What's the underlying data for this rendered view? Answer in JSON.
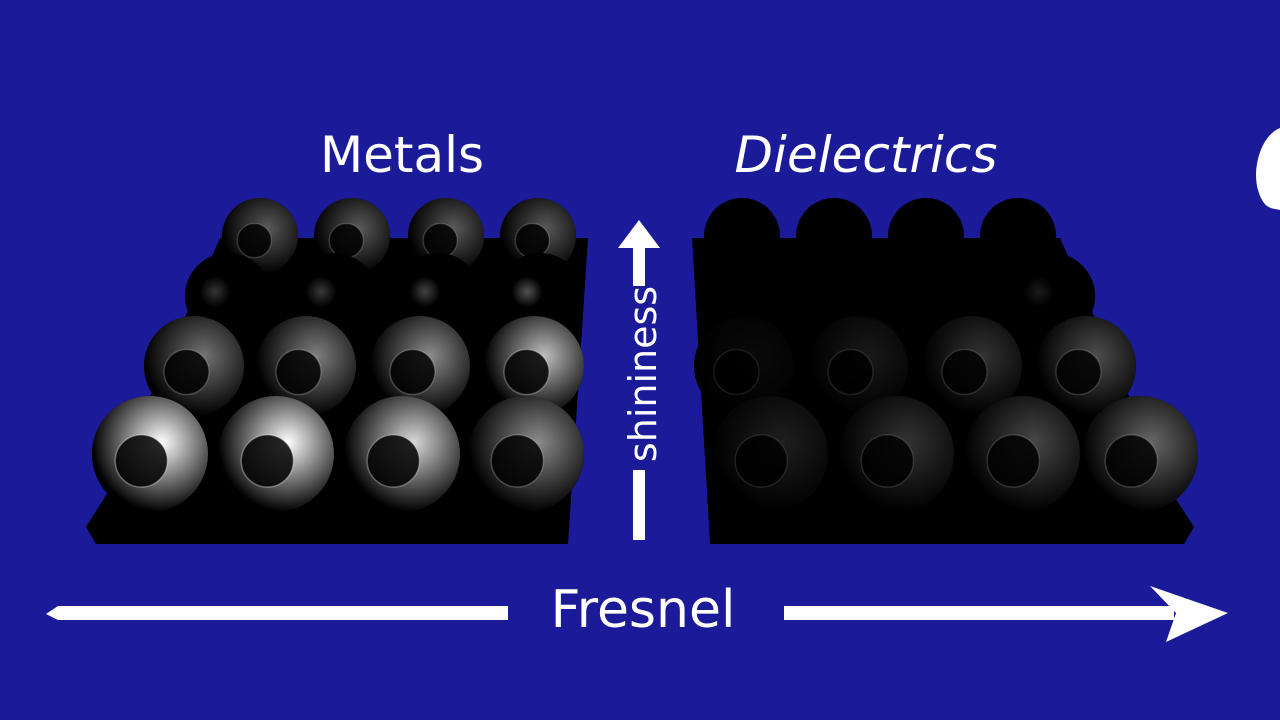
{
  "colors": {
    "background": "#1b1a99",
    "platform": "#000000",
    "text": "#ffffff"
  },
  "groups": {
    "metals": {
      "title": "Metals"
    },
    "dielectrics": {
      "title": "Dielectrics"
    }
  },
  "axes": {
    "vertical_label": "shininess",
    "horizontal_label": "Fresnel"
  },
  "grid": {
    "rows": 4,
    "cols": 4,
    "metals_highlight": [
      [
        0.35,
        0.35,
        0.35,
        0.35
      ],
      [
        0.2,
        0.22,
        0.26,
        0.32
      ],
      [
        0.45,
        0.5,
        0.55,
        0.75
      ],
      [
        1.0,
        1.0,
        0.85,
        0.55
      ]
    ],
    "dielectrics_highlight": [
      [
        0.0,
        0.0,
        0.0,
        0.0
      ],
      [
        0.0,
        0.0,
        0.0,
        0.1
      ],
      [
        0.04,
        0.1,
        0.2,
        0.3
      ],
      [
        0.12,
        0.2,
        0.28,
        0.4
      ]
    ]
  }
}
